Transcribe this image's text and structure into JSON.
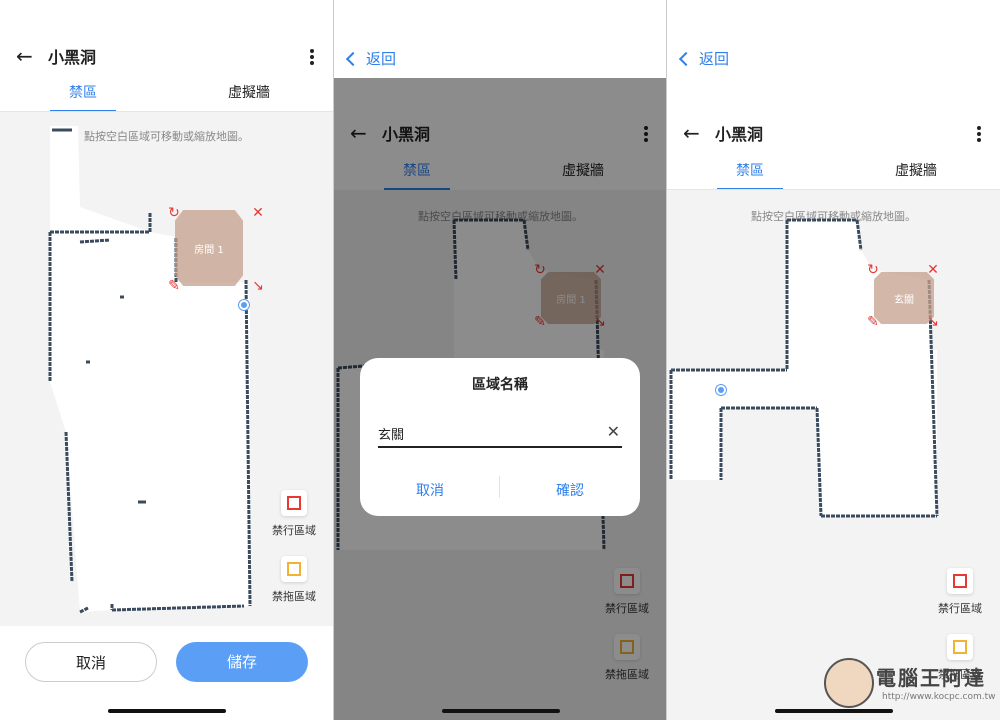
{
  "app": {
    "title": "小黑洞",
    "tab_forbidden": "禁區",
    "tab_virtual_wall": "虛擬牆",
    "map_hint": "點按空白區域可移動或縮放地圖。"
  },
  "panel1": {
    "zone_label": "房間 1",
    "side_no_go": "禁行區域",
    "side_no_mop": "禁拖區域",
    "cancel_label": "取消",
    "save_label": "儲存"
  },
  "ios": {
    "back_label": "返回"
  },
  "panel2": {
    "zone_label": "房間 1",
    "dialog": {
      "title": "區域名稱",
      "input_value": "玄關",
      "cancel": "取消",
      "confirm": "確認"
    },
    "side_no_go": "禁行區域",
    "side_no_mop": "禁拖區域"
  },
  "panel3": {
    "zone_label": "玄關",
    "side_no_go": "禁行區域",
    "side_no_mop": "禁拖區域"
  },
  "watermark": {
    "text": "電腦王阿達",
    "url": "http://www.kocpc.com.tw"
  },
  "colors": {
    "accent": "#2f80ed",
    "save_button": "#5b9ef5",
    "zone_fill": "#c4a08c",
    "no_go": "#e53935",
    "no_mop": "#f2b233"
  }
}
